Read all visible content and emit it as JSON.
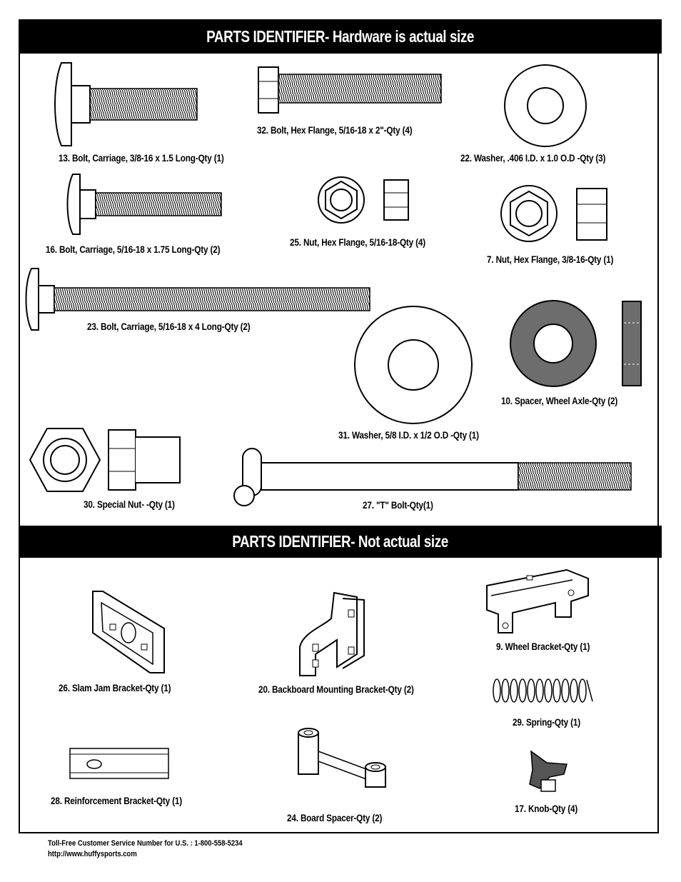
{
  "section_hardware": {
    "title": "PARTS IDENTIFIER- Hardware is actual size"
  },
  "section_other": {
    "title": "PARTS IDENTIFIER- Not actual size"
  },
  "parts": {
    "p13": "13. Bolt, Carriage, 3/8-16 x 1.5 Long-Qty (1)",
    "p32": "32. Bolt, Hex Flange, 5/16-18 x 2\"-Qty (4)",
    "p22": "22. Washer, .406 I.D. x 1.0 O.D  -Qty (3)",
    "p16": "16. Bolt, Carriage, 5/16-18 x 1.75 Long-Qty (2)",
    "p25": "25. Nut, Hex Flange, 5/16-18-Qty (4)",
    "p7": "7. Nut, Hex Flange, 3/8-16-Qty (1)",
    "p23": "23. Bolt, Carriage, 5/16-18 x 4 Long-Qty (2)",
    "p10": "10. Spacer, Wheel Axle-Qty (2)",
    "p31": "31. Washer, 5/8 I.D. x 1/2 O.D  -Qty (1)",
    "p30": "30. Special Nut-  -Qty (1)",
    "p27": "27. \"T\" Bolt-Qty(1)",
    "p26": "26. Slam Jam Bracket-Qty (1)",
    "p20": "20. Backboard Mounting Bracket-Qty (2)",
    "p9": "9. Wheel Bracket-Qty (1)",
    "p29": "29. Spring-Qty (1)",
    "p28": "28. Reinforcement Bracket-Qty (1)",
    "p24": "24. Board Spacer-Qty (2)",
    "p17": "17. Knob-Qty (4)"
  },
  "footer": {
    "phone": "Toll-Free Customer Service Number for U.S. : 1-800-558-5234",
    "url": "http://www.huffysports.com"
  }
}
